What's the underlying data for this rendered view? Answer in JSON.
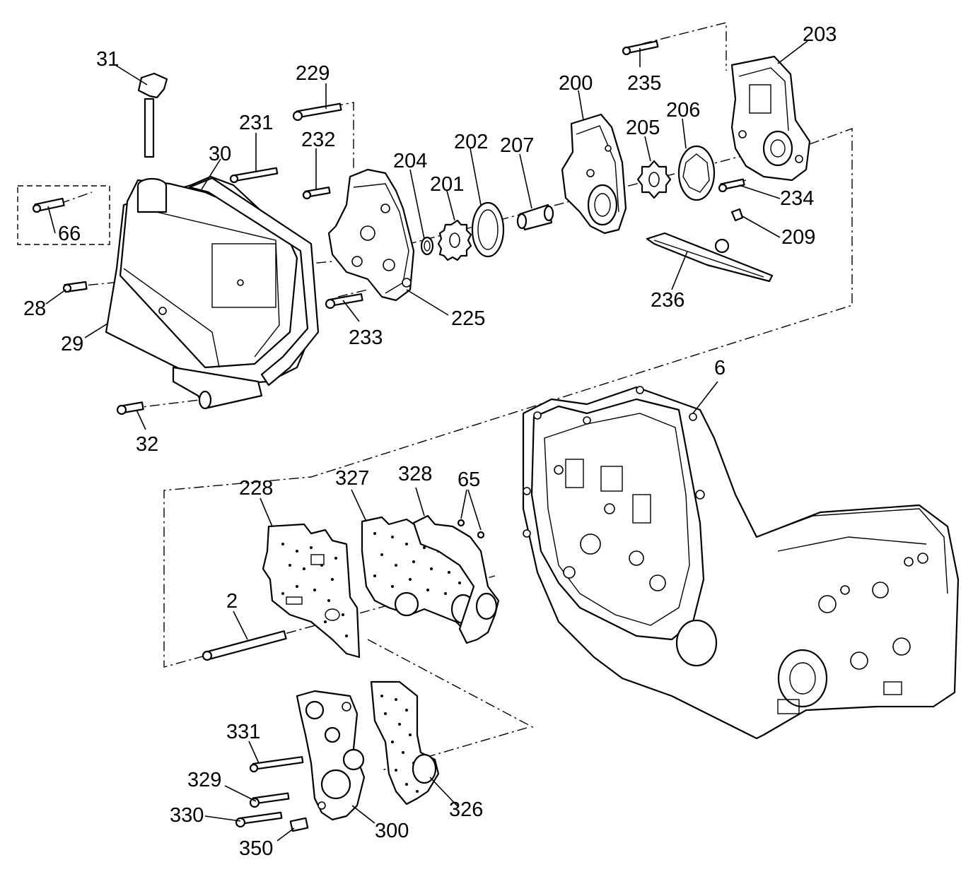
{
  "callouts": [
    {
      "id": "c31",
      "label": "31"
    },
    {
      "id": "c30",
      "label": "30"
    },
    {
      "id": "c231",
      "label": "231"
    },
    {
      "id": "c229",
      "label": "229"
    },
    {
      "id": "c232",
      "label": "232"
    },
    {
      "id": "c204",
      "label": "204"
    },
    {
      "id": "c202",
      "label": "202"
    },
    {
      "id": "c207",
      "label": "207"
    },
    {
      "id": "c201",
      "label": "201"
    },
    {
      "id": "c200",
      "label": "200"
    },
    {
      "id": "c235",
      "label": "235"
    },
    {
      "id": "c203",
      "label": "203"
    },
    {
      "id": "c206",
      "label": "206"
    },
    {
      "id": "c205",
      "label": "205"
    },
    {
      "id": "c234",
      "label": "234"
    },
    {
      "id": "c209",
      "label": "209"
    },
    {
      "id": "c236",
      "label": "236"
    },
    {
      "id": "c66",
      "label": "66"
    },
    {
      "id": "c28",
      "label": "28"
    },
    {
      "id": "c29",
      "label": "29"
    },
    {
      "id": "c233",
      "label": "233"
    },
    {
      "id": "c225",
      "label": "225"
    },
    {
      "id": "c32",
      "label": "32"
    },
    {
      "id": "c6",
      "label": "6"
    },
    {
      "id": "c228",
      "label": "228"
    },
    {
      "id": "c327",
      "label": "327"
    },
    {
      "id": "c328",
      "label": "328"
    },
    {
      "id": "c65",
      "label": "65"
    },
    {
      "id": "c2",
      "label": "2"
    },
    {
      "id": "c331",
      "label": "331"
    },
    {
      "id": "c329",
      "label": "329"
    },
    {
      "id": "c330",
      "label": "330"
    },
    {
      "id": "c350",
      "label": "350"
    },
    {
      "id": "c300",
      "label": "300"
    },
    {
      "id": "c326",
      "label": "326"
    }
  ],
  "colors": {
    "line": "#000000",
    "background": "#ffffff"
  }
}
